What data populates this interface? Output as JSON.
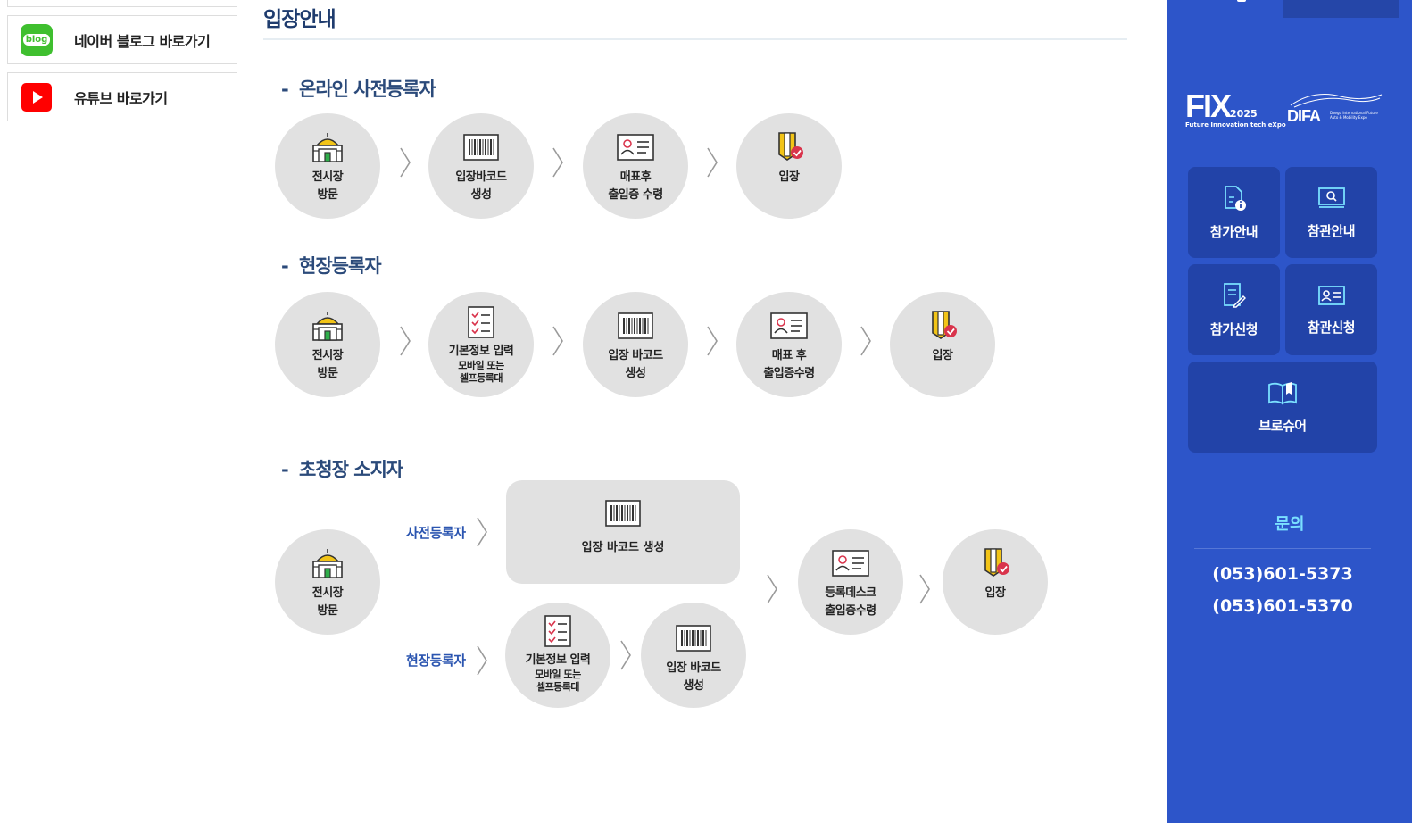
{
  "left_links": {
    "blog": {
      "icon": "naver-blog-icon",
      "badge": "blog",
      "label": "네이버 블로그 바로가기"
    },
    "youtube": {
      "icon": "youtube-icon",
      "label": "유튜브 바로가기"
    }
  },
  "page": {
    "title": "입장안내"
  },
  "sections": {
    "online": {
      "heading": "온라인 사전등록자",
      "steps": [
        {
          "icon": "venue-building-icon",
          "line1": "전시장",
          "line2": "방문"
        },
        {
          "icon": "barcode-icon",
          "line1": "입장바코드",
          "line2": "생성"
        },
        {
          "icon": "id-card-icon",
          "line1": "매표후",
          "line2": "출입증 수령"
        },
        {
          "icon": "entry-badge-icon",
          "line1": "입장",
          "line2": ""
        }
      ]
    },
    "onsite": {
      "heading": "현장등록자",
      "steps": [
        {
          "icon": "venue-building-icon",
          "line1": "전시장",
          "line2": "방문"
        },
        {
          "icon": "checklist-icon",
          "line1": "기본정보 입력",
          "sub1": "모바일 또는",
          "sub2": "셀프등록대"
        },
        {
          "icon": "barcode-icon",
          "line1": "입장 바코드",
          "line2": "생성"
        },
        {
          "icon": "id-card-icon",
          "line1": "매표 후",
          "line2": "출입증수령"
        },
        {
          "icon": "entry-badge-icon",
          "line1": "입장",
          "line2": ""
        }
      ]
    },
    "invite": {
      "heading": "초청장 소지자",
      "visit": {
        "line1": "전시장",
        "line2": "방문"
      },
      "pre_label": "사전등록자",
      "pre_box": "입장 바코드 생성",
      "site_label": "현장등록자",
      "site_info": {
        "line1": "기본정보 입력",
        "sub1": "모바일 또는",
        "sub2": "셀프등록대"
      },
      "site_barcode": {
        "line1": "입장 바코드",
        "line2": "생성"
      },
      "desk": {
        "line1": "등록데스크",
        "line2": "출입증수령"
      },
      "enter": {
        "line1": "입장"
      }
    }
  },
  "right_panel": {
    "logo_fix": {
      "name": "FIX",
      "year": "2025",
      "tagline": "Future Innovation tech eXpo"
    },
    "logo_difa": {
      "name": "DIFA",
      "tagline": "Daegu International Future Auto & Mobility Expo"
    },
    "buttons": [
      {
        "icon": "document-info-icon",
        "label": "참가안내"
      },
      {
        "icon": "monitor-search-icon",
        "label": "참관안내"
      },
      {
        "icon": "document-pen-icon",
        "label": "참가신청"
      },
      {
        "icon": "id-card-icon",
        "label": "참관신청"
      },
      {
        "icon": "open-book-icon",
        "label": "브로슈어"
      }
    ],
    "contact": {
      "title": "문의",
      "phones": [
        "(053)601-5373",
        "(053)601-5370"
      ]
    }
  },
  "colors": {
    "panel_blue": "#2d55c9",
    "panel_button": "#2243a8",
    "heading_navy": "#2b4a7a",
    "circle_gray": "#e1e1e1",
    "branch_blue": "#2b55b0",
    "contact_cyan": "#7ae0ff"
  }
}
